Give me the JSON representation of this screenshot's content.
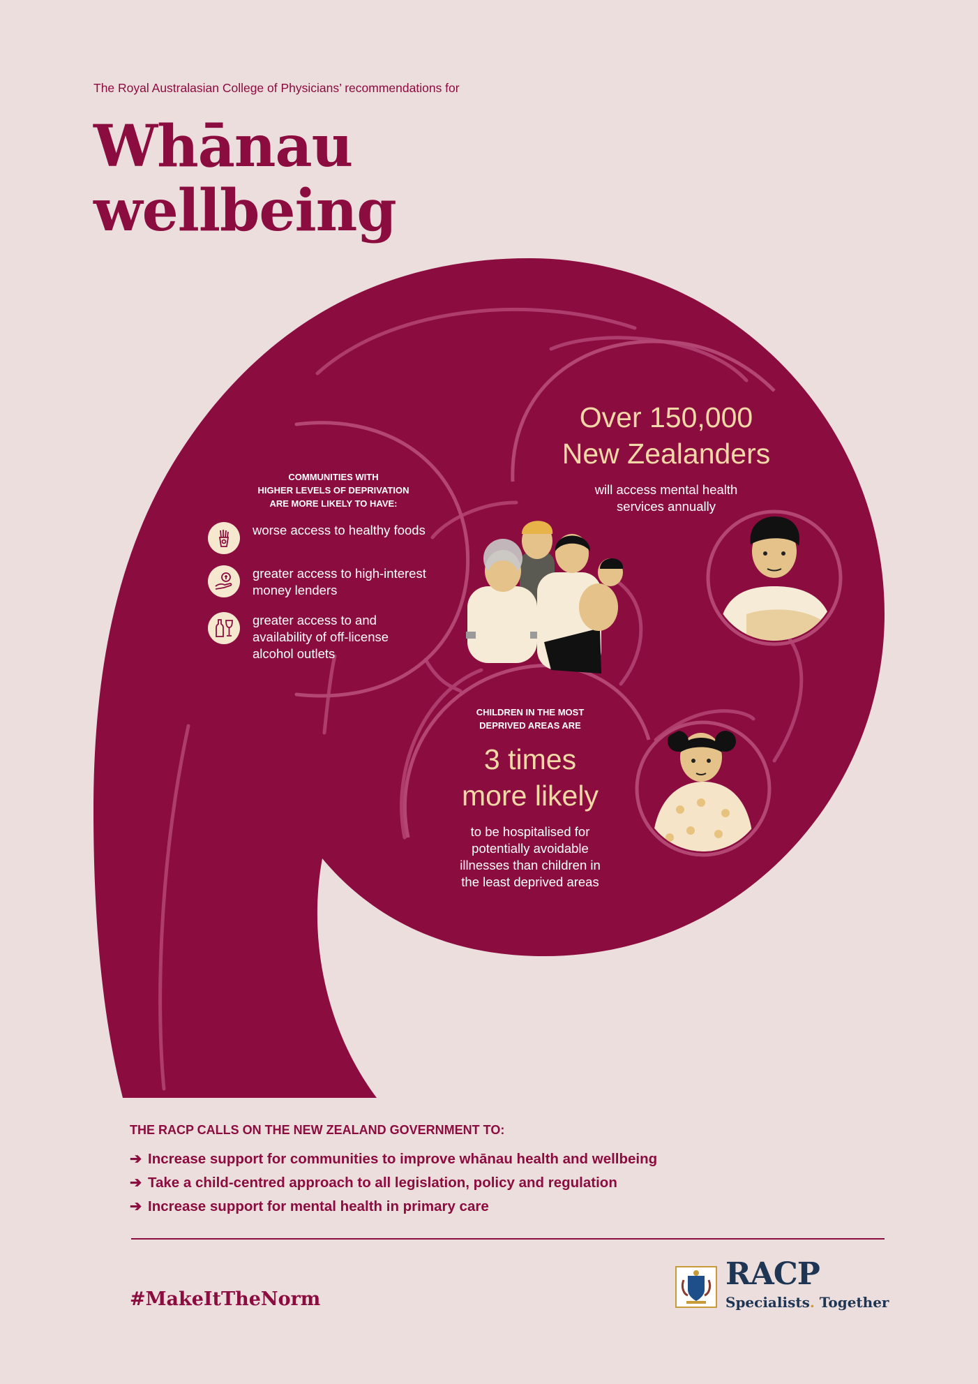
{
  "intro": "The Royal Australasian College of Physicians’ recommendations for",
  "title_line1": "Whānau",
  "title_line2": "wellbeing",
  "communities": {
    "heading_l1": "COMMUNITIES WITH",
    "heading_l2": "HIGHER LEVELS OF DEPRIVATION",
    "heading_l3": "ARE MORE LIKELY TO HAVE:",
    "items": [
      {
        "icon": "fries-icon",
        "l1": "worse access to healthy foods",
        "l2": "",
        "l3": ""
      },
      {
        "icon": "money-hand-icon",
        "l1": "greater access to high-interest",
        "l2": "money lenders",
        "l3": ""
      },
      {
        "icon": "alcohol-icon",
        "l1": "greater access to and",
        "l2": "availability of off-license",
        "l3": "alcohol outlets"
      }
    ]
  },
  "stat_mental": {
    "number_l1": "Over 150,000",
    "number_l2": "New Zealanders",
    "desc_l1": "will access mental health",
    "desc_l2": "services annually"
  },
  "stat_children": {
    "heading_l1": "CHILDREN IN THE MOST",
    "heading_l2": "DEPRIVED AREAS ARE",
    "number_l1": "3 times",
    "number_l2": "more likely",
    "desc_l1": "to be hospitalised for",
    "desc_l2": "potentially avoidable",
    "desc_l3": "illnesses than children in",
    "desc_l4": "the least deprived areas"
  },
  "calls": {
    "heading": "THE RACP CALLS ON THE NEW ZEALAND GOVERNMENT TO:",
    "arrow": "➔",
    "items": [
      "Increase support for communities to improve whānau health and wellbeing",
      "Take a child-centred approach to all legislation, policy and regulation",
      "Increase support for mental health in primary care"
    ]
  },
  "hashtag": "#MakeItTheNorm",
  "logo": {
    "name": "RACP",
    "tag_a": "Specialists",
    "tag_dot": ".",
    "tag_b": " Together"
  },
  "colors": {
    "background": "#eddede",
    "crimson": "#8b0c3f",
    "cream": "#f2d7a7",
    "navy": "#1e3553"
  }
}
